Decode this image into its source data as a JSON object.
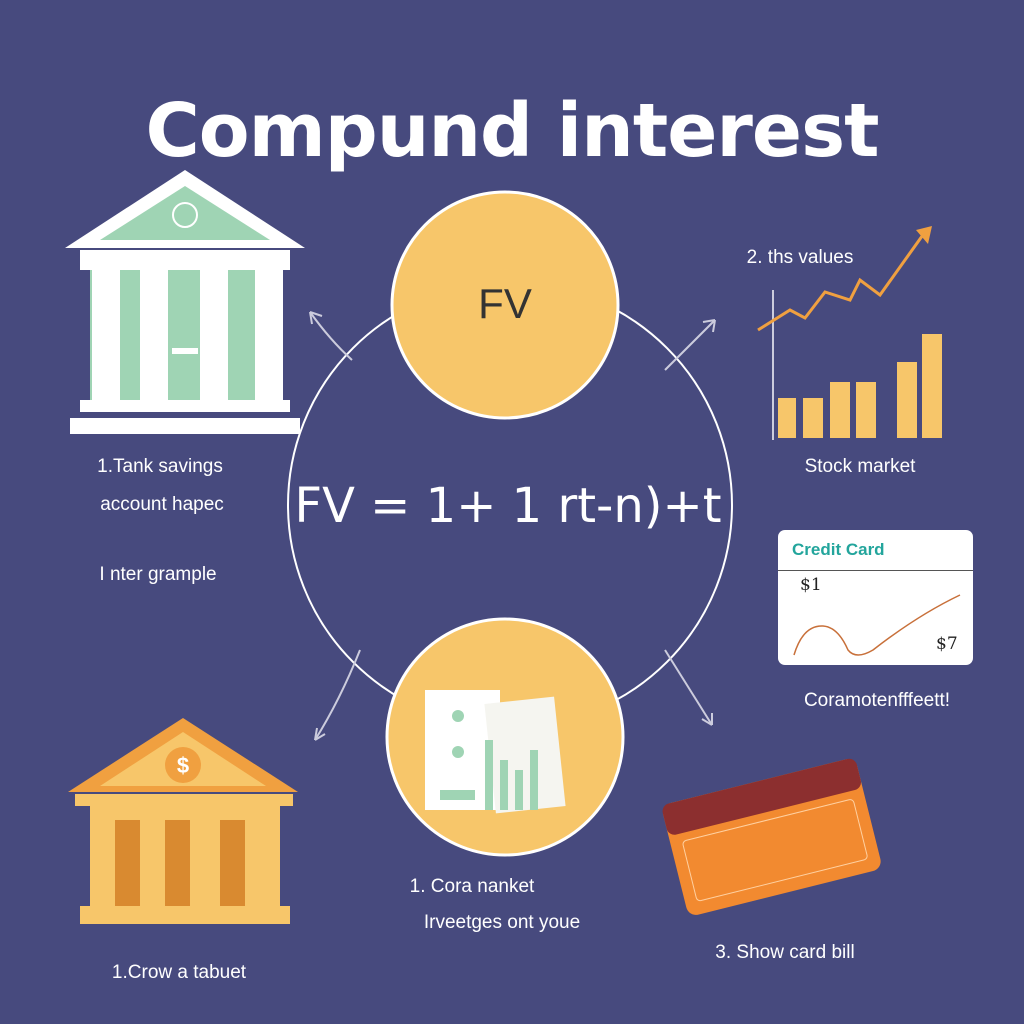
{
  "title": "Compund interest",
  "center": {
    "top_circle_label": "FV",
    "formula": "FV = 1+ 1 rt-n)+t"
  },
  "left_top": {
    "line1": "1.Tank savings",
    "line2": "account hapec",
    "line3": "I nter grample"
  },
  "right_top": {
    "chart_label": "2. ths values",
    "caption": "Stock market"
  },
  "credit_card": {
    "header": "Credit Card",
    "value_start": "$1",
    "value_end": "$7",
    "caption": "Coramotenfffeett!"
  },
  "bottom_center": {
    "line1": "1. Cora nanket",
    "line2": "Irveetges ont youe"
  },
  "bottom_left": {
    "caption": "1.Crow a tabuet",
    "icon_symbol": "$"
  },
  "bottom_right": {
    "caption": "3. Show card bill"
  },
  "colors": {
    "background": "#474a7e",
    "yellow": "#f7c66a",
    "mint": "#9fd4b4",
    "orange": "#f0a040"
  }
}
